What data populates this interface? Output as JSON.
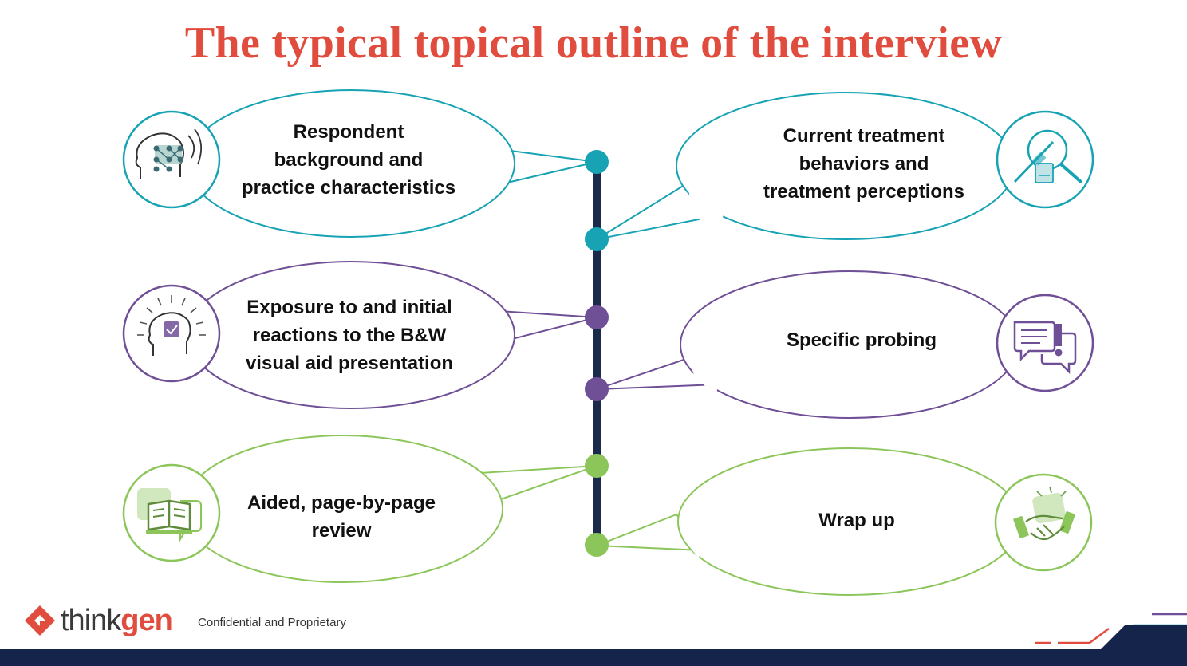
{
  "title": "The typical topical outline of the interview",
  "colors": {
    "title": "#e04c3d",
    "teal": "#17a3b3",
    "purple": "#6f4f96",
    "green": "#8cc65a",
    "timeline": "#1b2a4a",
    "footer_bar": "#15244a",
    "logo_red": "#e04c3d",
    "logo_gray": "#3a3a3a"
  },
  "bubbles": [
    {
      "lines": [
        "Respondent",
        "background and",
        "practice characteristics"
      ],
      "icon": "head-network-icon"
    },
    {
      "lines": [
        "Current treatment",
        "behaviors and",
        "treatment perceptions"
      ],
      "icon": "magnifier-syringe-icon"
    },
    {
      "lines": [
        "Exposure to and initial",
        "reactions to the B&W",
        "visual aid presentation"
      ],
      "icon": "head-idea-check-icon"
    },
    {
      "lines": [
        "Specific probing"
      ],
      "icon": "chat-exclamation-icon"
    },
    {
      "lines": [
        "Aided, page-by-page",
        "review"
      ],
      "icon": "book-chat-icon"
    },
    {
      "lines": [
        "Wrap up"
      ],
      "icon": "handshake-icon"
    }
  ],
  "logo": {
    "think": "think",
    "gen": "gen"
  },
  "footer": {
    "confidential": "Confidential and Proprietary"
  }
}
